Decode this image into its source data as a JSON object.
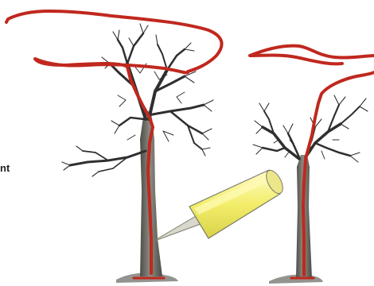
{
  "scene": {
    "clipped_text": "nt",
    "colors": {
      "background": "#ffffff",
      "branch": "#2f2f2f",
      "trunk": "#5a5a54",
      "trunk_highlight": "#8a8a80",
      "red_line": "#c0281e",
      "pointer_fill": "#f3ee6a",
      "pointer_highlight": "#fffbb8",
      "pointer_outline": "#7a7a6a",
      "ground": "#6f6f6a"
    },
    "elements": {
      "left_tree": "bare-tree",
      "right_tree": "bare-tree",
      "pointer": "yellow-pointer-callout",
      "line": "red-trace-line"
    }
  }
}
